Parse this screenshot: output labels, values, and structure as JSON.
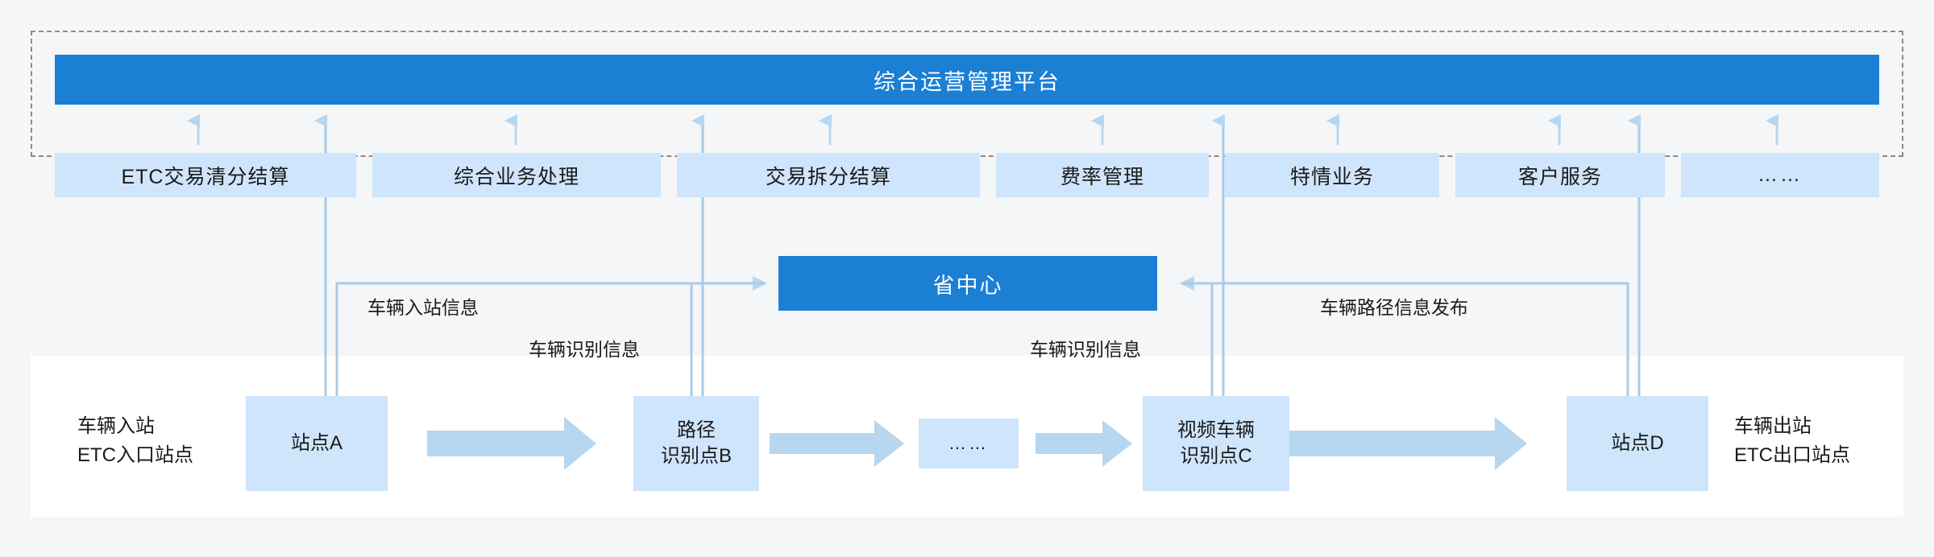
{
  "diagram": {
    "platform": {
      "title": "综合运营管理平台"
    },
    "services": [
      {
        "label": "ETC交易清分结算",
        "is_ellipsis": false
      },
      {
        "label": "综合业务处理",
        "is_ellipsis": false
      },
      {
        "label": "交易拆分结算",
        "is_ellipsis": false
      },
      {
        "label": "费率管理",
        "is_ellipsis": false
      },
      {
        "label": "特情业务",
        "is_ellipsis": false
      },
      {
        "label": "客户服务",
        "is_ellipsis": false
      },
      {
        "label": "……",
        "is_ellipsis": true
      }
    ],
    "province_center": {
      "label": "省中心"
    },
    "stations": [
      {
        "line1": "站点A",
        "line2": ""
      },
      {
        "line1": "路径",
        "line2": "识别点B"
      },
      {
        "line1": "……",
        "line2": ""
      },
      {
        "line1": "视频车辆",
        "line2": "识别点C"
      },
      {
        "line1": "站点D",
        "line2": ""
      }
    ],
    "left_note": {
      "line1": "车辆入站",
      "line2": "ETC入口站点"
    },
    "right_note": {
      "line1": "车辆出站",
      "line2": "ETC出口站点"
    },
    "flow_labels": {
      "entry_info": "车辆入站信息",
      "recognition_info_left": "车辆识别信息",
      "recognition_info_right": "车辆识别信息",
      "route_publish": "车辆路径信息发布"
    },
    "colors": {
      "primary_blue": "#1b7fd4",
      "light_blue": "#cfe5fb",
      "arrow_blue": "#b7d6ef",
      "line_blue": "#a9cbe8",
      "page_bg": "#f4f6f8",
      "band_white": "#ffffff",
      "dashed_border": "#8a8a8a",
      "text_dark": "#1a1a1a",
      "text_light": "#ffffff"
    }
  }
}
